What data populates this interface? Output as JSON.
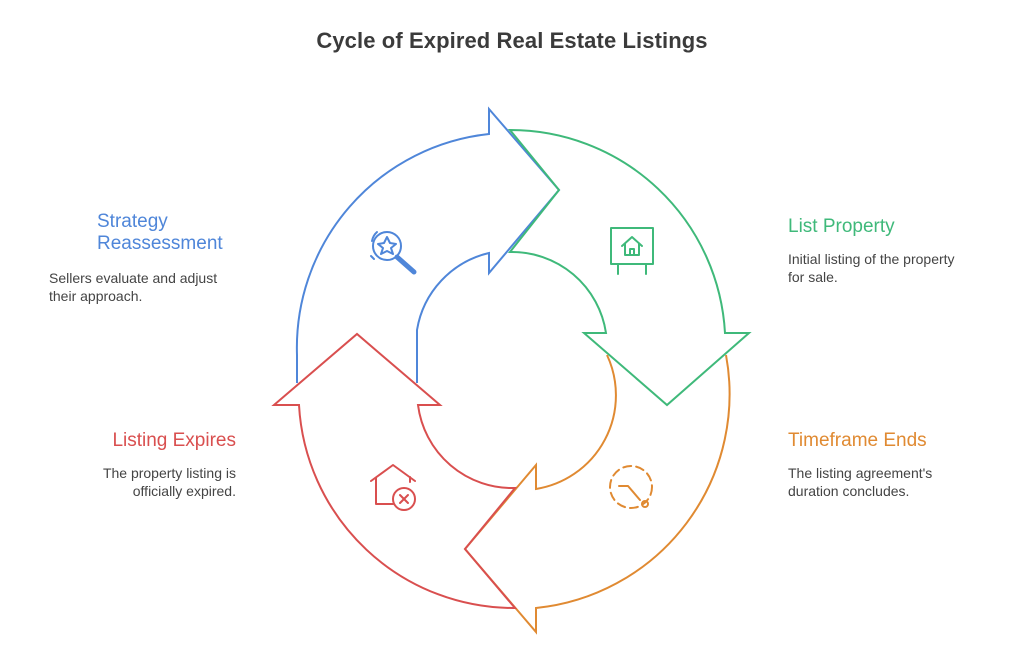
{
  "title": "Cycle of Expired Real Estate Listings",
  "steps": {
    "strategy": {
      "label": "Strategy Reassessment",
      "label_line1": "Strategy",
      "label_line2": "Reassessment",
      "desc_line1": "Sellers evaluate and adjust",
      "desc_line2": "their approach.",
      "color": "#4f86d9",
      "icon": "search-star-icon"
    },
    "list": {
      "label": "List Property",
      "desc_line1": "Initial listing of the property",
      "desc_line2": "for sale.",
      "color": "#3fb97a",
      "icon": "house-sign-icon"
    },
    "timeframe": {
      "label": "Timeframe Ends",
      "desc_line1": "The listing agreement's",
      "desc_line2": "duration concludes.",
      "color": "#e08a32",
      "icon": "timer-icon"
    },
    "expires": {
      "label": "Listing Expires",
      "desc_line1": "The property listing is",
      "desc_line2": "officially expired.",
      "color": "#d94f4f",
      "icon": "house-x-icon"
    }
  }
}
